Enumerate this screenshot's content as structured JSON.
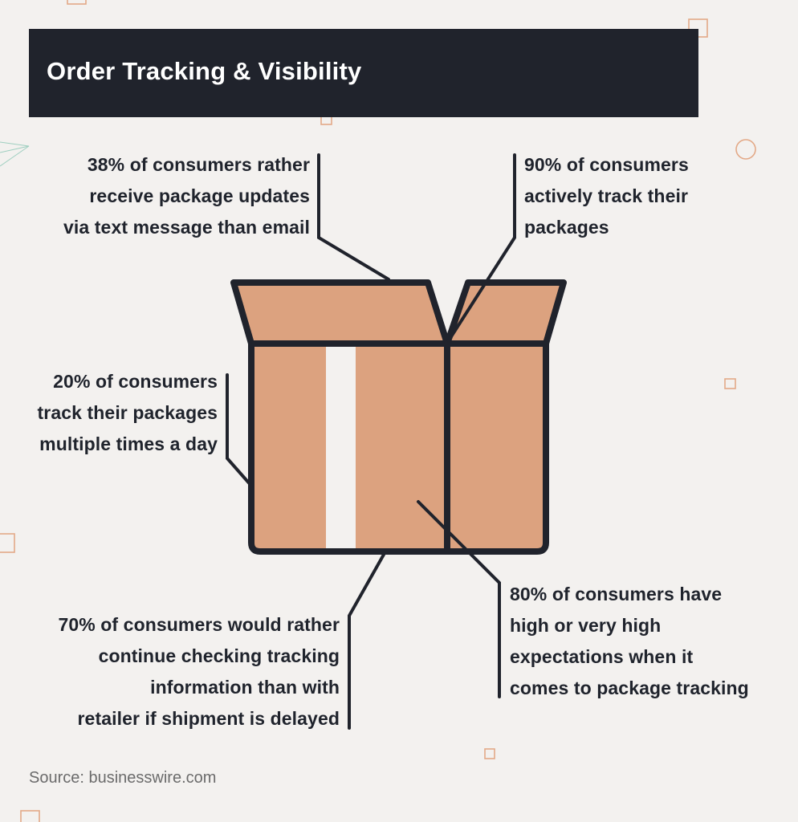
{
  "header": {
    "title": "Order Tracking & Visibility"
  },
  "stats": [
    {
      "id": "text-updates",
      "percent": "38%",
      "lines": [
        "38% of consumers rather",
        "receive package updates",
        "via text message than email"
      ]
    },
    {
      "id": "active-tracking",
      "percent": "90%",
      "lines": [
        "90% of consumers",
        "actively track their",
        "packages"
      ]
    },
    {
      "id": "multiple-daily",
      "percent": "20%",
      "lines": [
        "20% of consumers",
        "track their packages",
        "multiple times a day"
      ]
    },
    {
      "id": "delayed-shipment",
      "percent": "70%",
      "lines": [
        "70% of consumers would rather",
        "continue checking tracking",
        "information than with",
        "retailer if shipment is delayed"
      ]
    },
    {
      "id": "high-expectations",
      "percent": "80%",
      "lines": [
        "80% of consumers have",
        "high or very high",
        "expectations when it",
        "comes to package tracking"
      ]
    }
  ],
  "illustration": {
    "icon": "open-cardboard-box-icon",
    "box_fill": "#dca27f",
    "outline": "#20232c",
    "tape": "#f3f1ef"
  },
  "colors": {
    "background": "#f3f1ef",
    "banner": "#20232c",
    "accent_decor": "#e3a987",
    "decor_teal": "#9fcfc0"
  },
  "footer": {
    "source": "Source: businesswire.com"
  }
}
